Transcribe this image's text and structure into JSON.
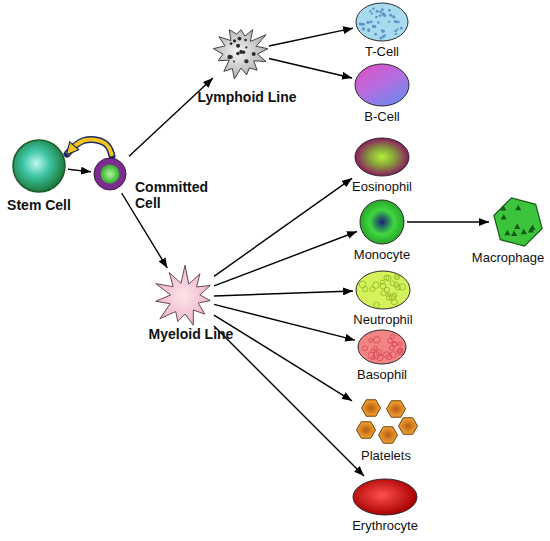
{
  "diagram": {
    "nodes": [
      {
        "text": [
          "Stem Cell"
        ]
      },
      {
        "text": [
          "Committed Cell"
        ]
      },
      {
        "text": [
          "Lymphoid Line"
        ]
      },
      {
        "text": [
          "Myeloid Line"
        ]
      },
      {
        "text": [
          "T-Cell"
        ]
      },
      {
        "text": [
          "B-Cell"
        ]
      },
      {
        "text": [
          "Eosinophil"
        ]
      },
      {
        "text": [
          "Monocyte"
        ]
      },
      {
        "text": [
          "Macrophage"
        ]
      },
      {
        "text": [
          "Neutrophil"
        ]
      },
      {
        "text": [
          "Basophil"
        ]
      },
      {
        "text": [
          "Platelets"
        ]
      },
      {
        "text": [
          "Erythrocyte"
        ]
      }
    ],
    "edges": [
      {
        "from": 0,
        "to": 1,
        "arrow": "to"
      },
      {
        "from": 1,
        "to": 0,
        "arrow": "to"
      },
      {
        "from": 1,
        "to": 2,
        "arrow": "to"
      },
      {
        "from": 1,
        "to": 3,
        "arrow": "to"
      },
      {
        "from": 2,
        "to": 4,
        "arrow": "to"
      },
      {
        "from": 2,
        "to": 5,
        "arrow": "to"
      },
      {
        "from": 3,
        "to": 6,
        "arrow": "to"
      },
      {
        "from": 3,
        "to": 7,
        "arrow": "to"
      },
      {
        "from": 7,
        "to": 8,
        "arrow": "to"
      },
      {
        "from": 3,
        "to": 9,
        "arrow": "to"
      },
      {
        "from": 3,
        "to": 10,
        "arrow": "to"
      },
      {
        "from": 3,
        "to": 11,
        "arrow": "to"
      },
      {
        "from": 3,
        "to": 12,
        "arrow": "to"
      }
    ]
  }
}
